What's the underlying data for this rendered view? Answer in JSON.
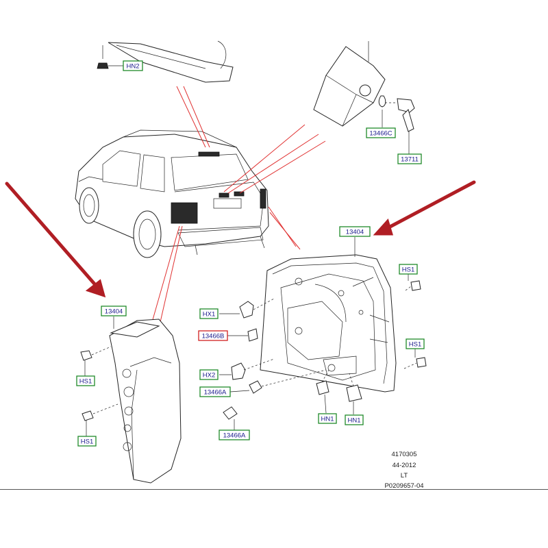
{
  "labels": {
    "hn2": "HN2",
    "c13466c": "13466C",
    "c13711": "13711",
    "c13404_right": "13404",
    "c13404_left": "13404",
    "hs1_a": "HS1",
    "hs1_b": "HS1",
    "hs1_c": "HS1",
    "hs1_d": "HS1",
    "hx1": "HX1",
    "hx2": "HX2",
    "c13466b": "13466B",
    "c13466a_1": "13466A",
    "c13466a_2": "13466A",
    "hn1_a": "HN1",
    "hn1_b": "HN1"
  },
  "footer": {
    "line1": "4170305",
    "line2": "44-2012",
    "line3": "LT",
    "line4": "P0209657-04"
  },
  "colors": {
    "label_border": "#1f8a2a",
    "label_border_highlight": "#d11f1f",
    "label_text": "#1a1a8c",
    "arrow": "#b01e24",
    "leader_red": "#e03030"
  }
}
